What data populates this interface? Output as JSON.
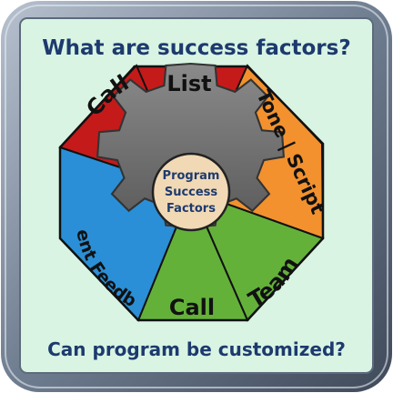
{
  "header": {
    "question": "What are success factors?"
  },
  "footer": {
    "question": "Can program be customized?"
  },
  "center": {
    "lines": [
      "Program",
      "Success",
      "Factors"
    ]
  },
  "segments": {
    "call_top": "Call",
    "list": "List",
    "tone_script": "Tone | Script",
    "team": "Team",
    "call_bottom": "Call",
    "client_feedback": "Client Feedback"
  },
  "colors": {
    "frame_outer": "#6f7d90",
    "panel": "#d9f4e3",
    "red": "#c51a1a",
    "orange": "#f2912e",
    "green": "#64b13a",
    "blue": "#2a8fd6",
    "gear": "#6a6a6a",
    "hub": "#f1d9b6",
    "title_text": "#1d3a6e"
  }
}
